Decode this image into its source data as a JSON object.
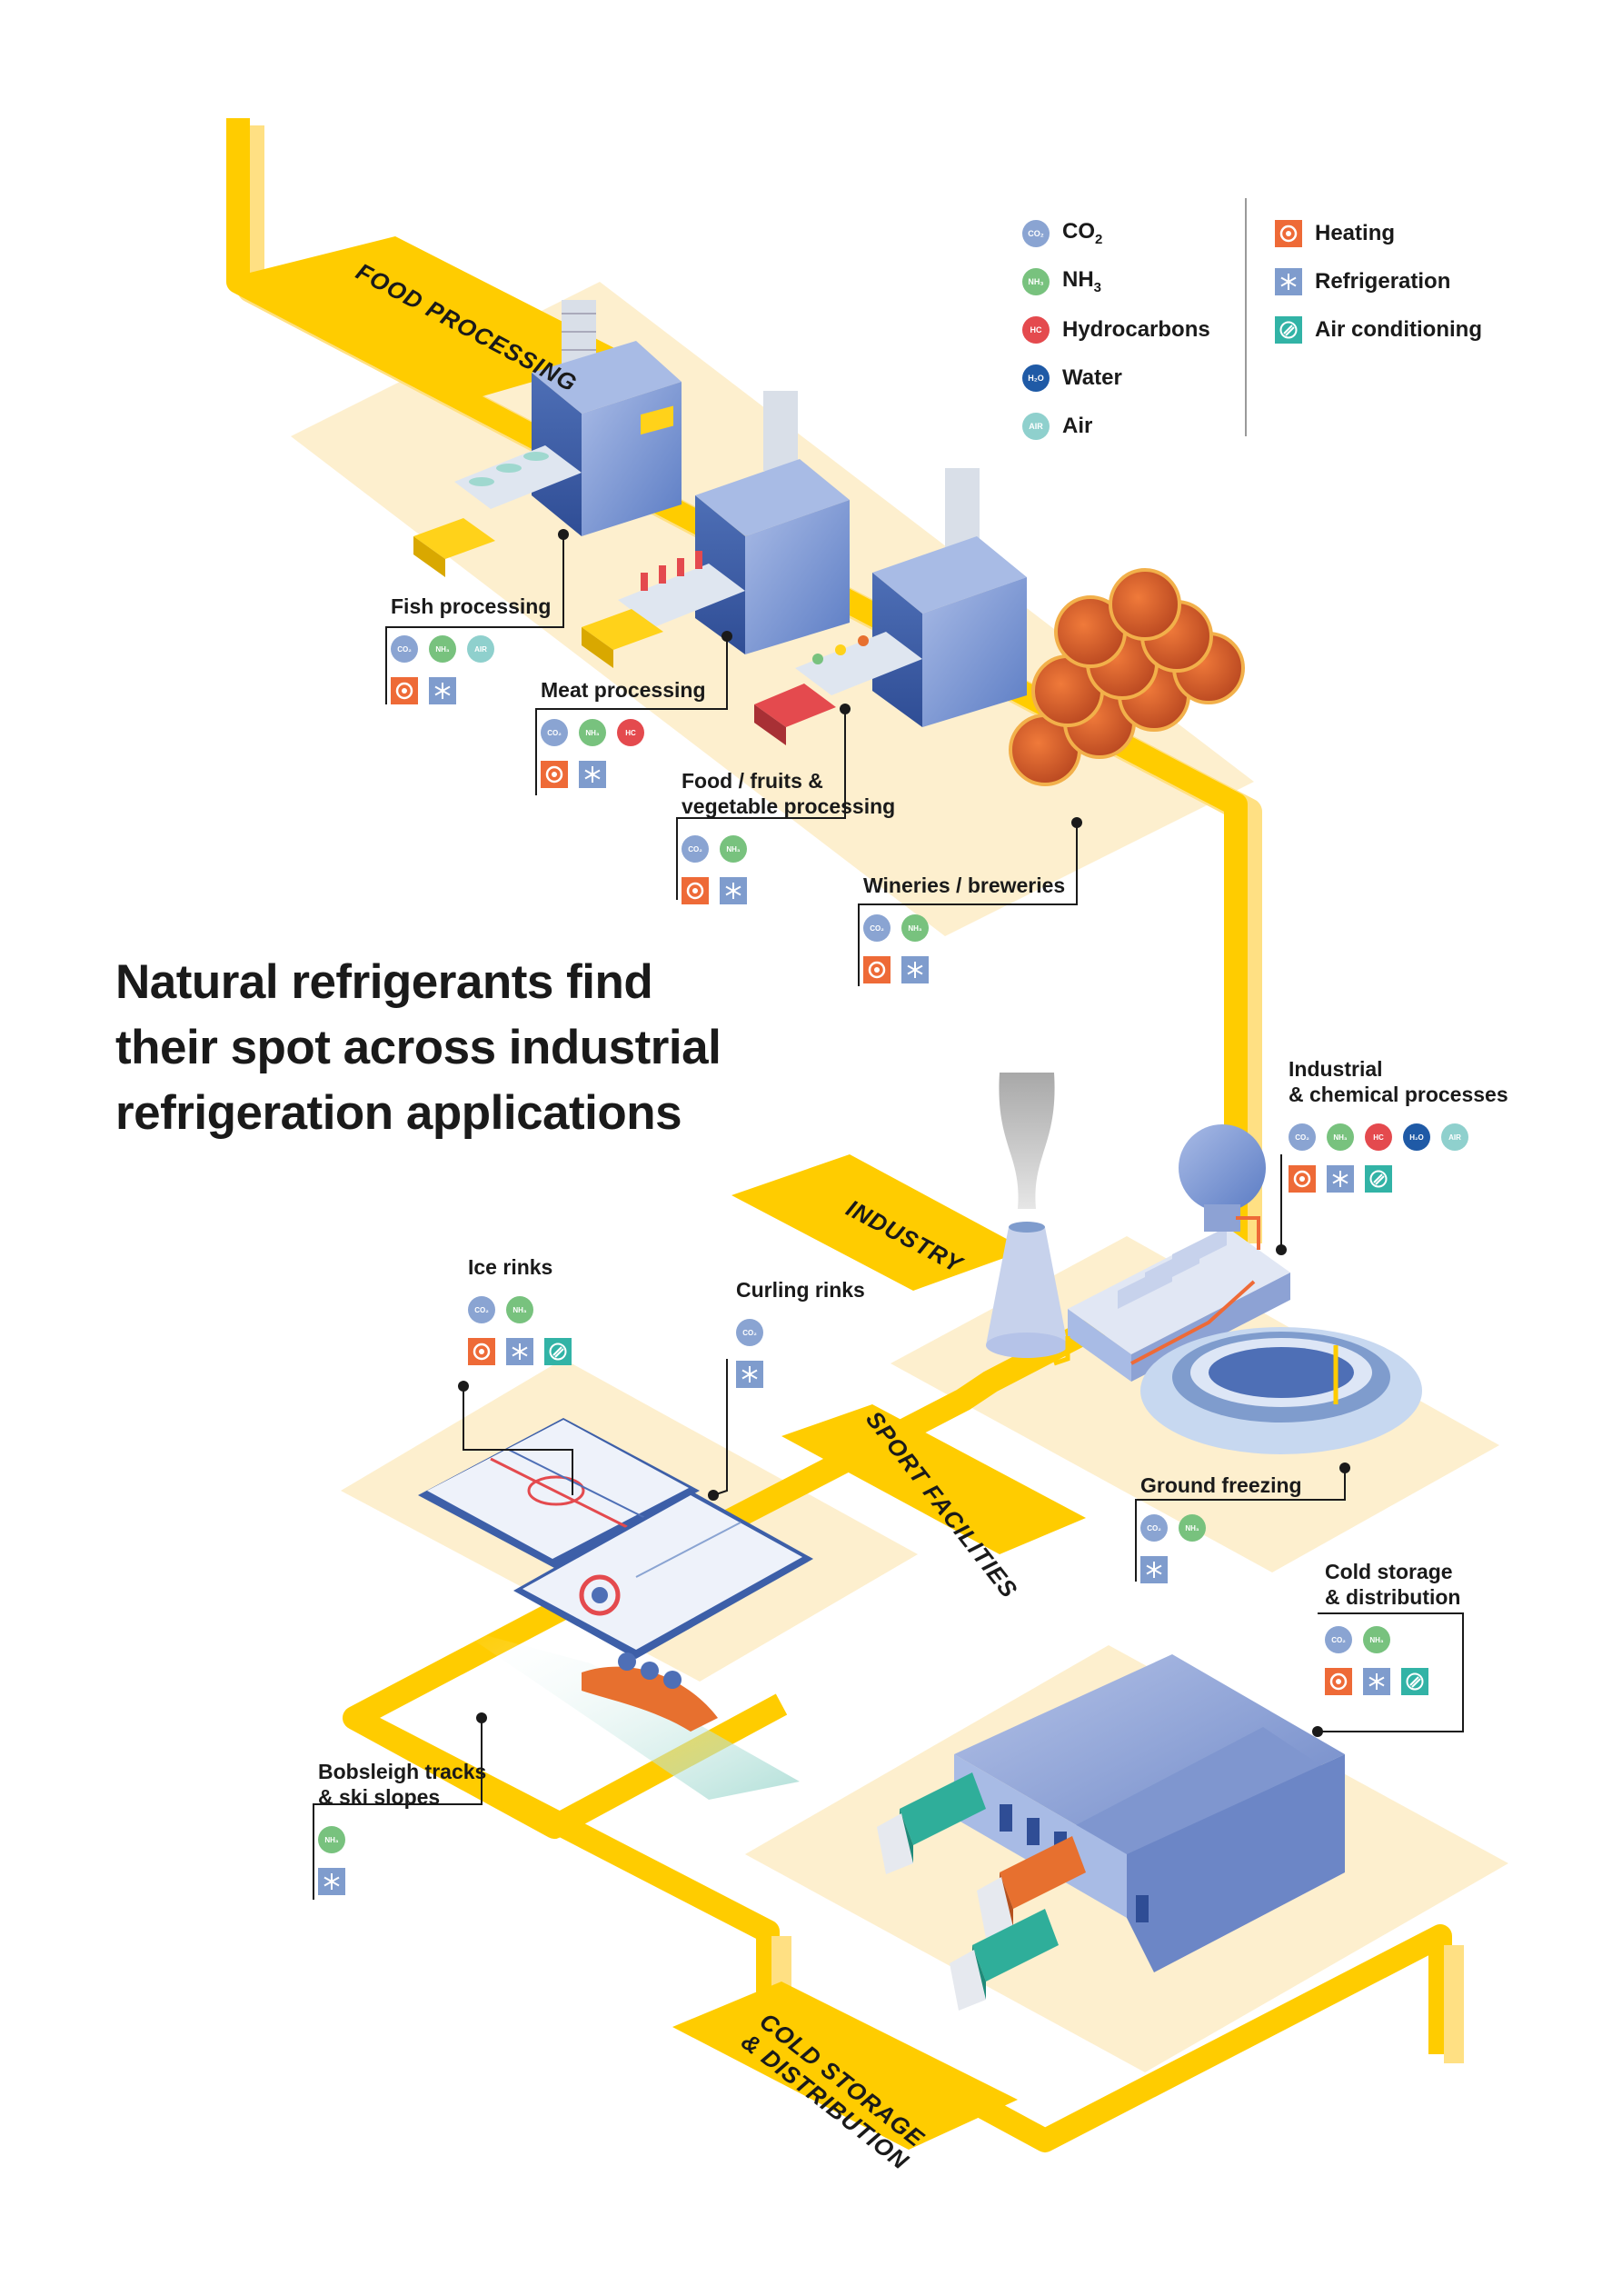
{
  "title_lines": [
    "Natural refrigerants find",
    "their spot across industrial",
    "refrigeration applications"
  ],
  "legend": {
    "refrigerants": [
      {
        "key": "co2",
        "chip": "CO₂",
        "label_main": "CO",
        "label_sub": "2"
      },
      {
        "key": "nh3",
        "chip": "NH₃",
        "label_main": "NH",
        "label_sub": "3"
      },
      {
        "key": "hc",
        "chip": "HC",
        "label_main": "Hydrocarbons",
        "label_sub": ""
      },
      {
        "key": "h2o",
        "chip": "H₂O",
        "label_main": "Water",
        "label_sub": ""
      },
      {
        "key": "air",
        "chip": "AIR",
        "label_main": "Air",
        "label_sub": ""
      }
    ],
    "usages": [
      {
        "key": "heating",
        "label": "Heating",
        "icon": "heating-icon"
      },
      {
        "key": "refrigeration",
        "label": "Refrigeration",
        "icon": "snowflake-icon"
      },
      {
        "key": "aircon",
        "label": "Air conditioning",
        "icon": "air-conditioning-icon"
      }
    ]
  },
  "sectors": {
    "food": "FOOD PROCESSING",
    "industry": "INDUSTRY",
    "sport": "SPORT FACILITIES",
    "cold_line1": "COLD STORAGE",
    "cold_line2": "& DISTRIBUTION"
  },
  "applications": [
    {
      "id": "fish",
      "label": [
        "Fish processing"
      ],
      "refrigerants": [
        "co2",
        "nh3",
        "air"
      ],
      "usages": [
        "heating",
        "refrigeration"
      ]
    },
    {
      "id": "meat",
      "label": [
        "Meat processing"
      ],
      "refrigerants": [
        "co2",
        "nh3",
        "hc"
      ],
      "usages": [
        "heating",
        "refrigeration"
      ]
    },
    {
      "id": "fruit",
      "label": [
        "Food / fruits &",
        "vegetable processing"
      ],
      "refrigerants": [
        "co2",
        "nh3"
      ],
      "usages": [
        "heating",
        "refrigeration"
      ]
    },
    {
      "id": "wine",
      "label": [
        "Wineries / breweries"
      ],
      "refrigerants": [
        "co2",
        "nh3"
      ],
      "usages": [
        "heating",
        "refrigeration"
      ]
    },
    {
      "id": "industrial",
      "label": [
        "Industrial",
        "& chemical processes"
      ],
      "refrigerants": [
        "co2",
        "nh3",
        "hc",
        "h2o",
        "air"
      ],
      "usages": [
        "heating",
        "refrigeration",
        "aircon"
      ]
    },
    {
      "id": "ice",
      "label": [
        "Ice rinks"
      ],
      "refrigerants": [
        "co2",
        "nh3"
      ],
      "usages": [
        "heating",
        "refrigeration",
        "aircon"
      ]
    },
    {
      "id": "curling",
      "label": [
        "Curling rinks"
      ],
      "refrigerants": [
        "co2"
      ],
      "usages": [
        "refrigeration"
      ]
    },
    {
      "id": "ground",
      "label": [
        "Ground freezing"
      ],
      "refrigerants": [
        "co2",
        "nh3"
      ],
      "usages": [
        "refrigeration"
      ]
    },
    {
      "id": "coldstore",
      "label": [
        "Cold storage",
        "& distribution"
      ],
      "refrigerants": [
        "co2",
        "nh3"
      ],
      "usages": [
        "heating",
        "refrigeration",
        "aircon"
      ]
    },
    {
      "id": "bob",
      "label": [
        "Bobsleigh tracks",
        "& ski slopes"
      ],
      "refrigerants": [
        "nh3"
      ],
      "usages": [
        "refrigeration"
      ]
    }
  ],
  "colors": {
    "road": "#ffcc00",
    "road_light": "#ffe083",
    "ground": "#fdefce",
    "machine": "#6f8fd0",
    "machine_dark": "#3d5fa8",
    "barrel": "#d9572b",
    "truck_green": "#2fae9a",
    "truck_orange": "#e7702f",
    "warehouse": "#8da2d4"
  }
}
